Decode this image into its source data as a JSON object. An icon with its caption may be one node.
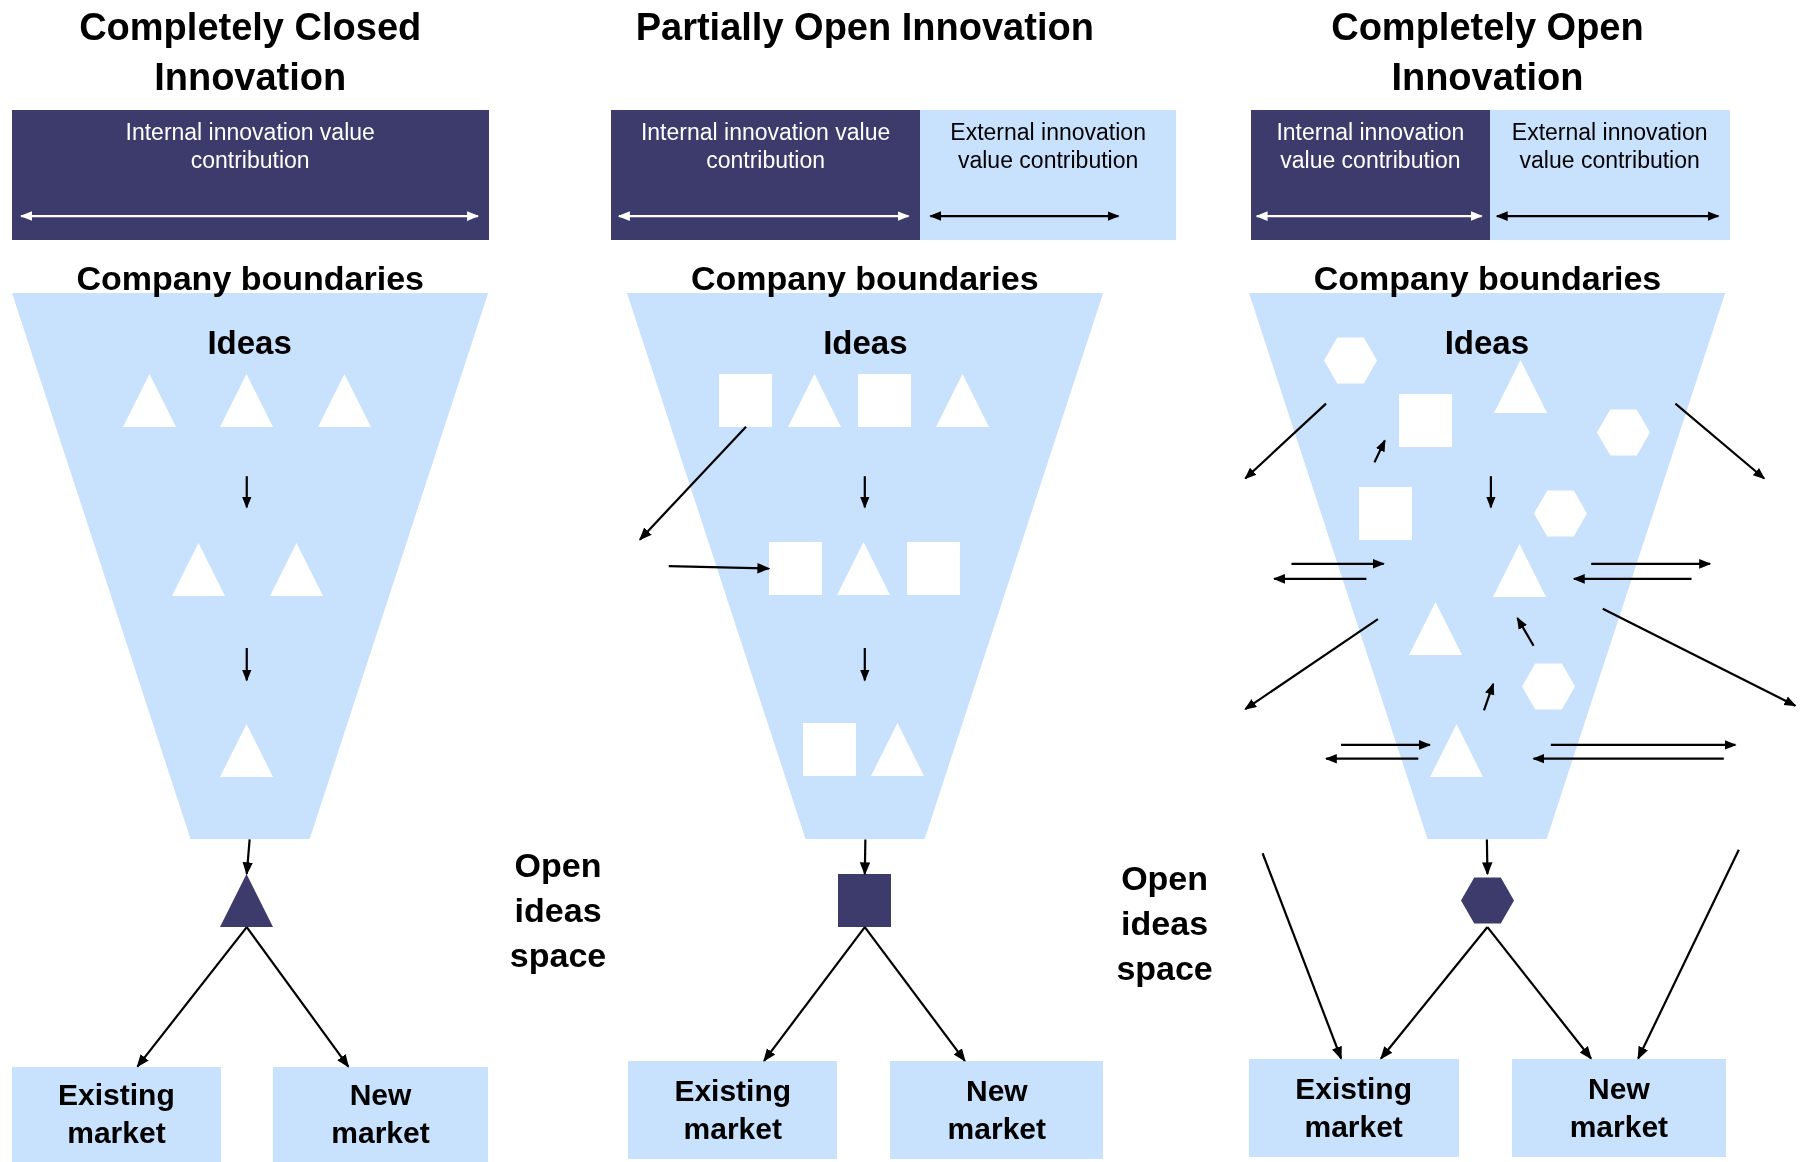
{
  "diagram": {
    "nodes": [
      {
        "text": [
          "Internal innovation value contribution"
        ]
      },
      {
        "text": [
          "Internal innovation value contribution"
        ]
      },
      {
        "text": [
          "External innovation value contribution"
        ]
      },
      {
        "text": [
          "Internal innovation value contribution"
        ]
      },
      {
        "text": [
          "External innovation value contribution"
        ]
      },
      {
        "text": [
          "Ideas"
        ]
      },
      {
        "text": [],
        "shape": "triangle",
        "in": 5
      },
      {
        "text": [],
        "shape": "triangle",
        "in": 5
      },
      {
        "text": [],
        "shape": "triangle",
        "in": 5
      },
      {
        "text": [],
        "shape": "triangle",
        "in": 5
      },
      {
        "text": [],
        "shape": "triangle",
        "in": 5
      },
      {
        "text": [],
        "shape": "triangle",
        "in": 5
      },
      {
        "text": [],
        "shape": "triangle"
      },
      {
        "text": [
          "Existing market"
        ]
      },
      {
        "text": [
          "New market"
        ]
      },
      {
        "text": [
          "Ideas"
        ]
      },
      {
        "text": [],
        "shape": "box",
        "in": 15
      },
      {
        "text": [],
        "shape": "triangle",
        "in": 15
      },
      {
        "text": [],
        "shape": "box",
        "in": 15
      },
      {
        "text": [],
        "shape": "triangle",
        "in": 15
      },
      {
        "text": [],
        "shape": "box",
        "in": 15
      },
      {
        "text": [],
        "shape": "triangle",
        "in": 15
      },
      {
        "text": [],
        "shape": "box",
        "in": 15
      },
      {
        "text": [],
        "shape": "box",
        "in": 15
      },
      {
        "text": [],
        "shape": "triangle",
        "in": 15
      },
      {
        "text": [],
        "shape": "box"
      },
      {
        "text": [
          "Existing market"
        ]
      },
      {
        "text": [
          "New market"
        ]
      },
      {
        "text": [
          "Ideas"
        ]
      },
      {
        "text": [],
        "shape": "hexagon",
        "in": 28
      },
      {
        "text": [],
        "shape": "triangle",
        "in": 28
      },
      {
        "text": [],
        "shape": "box",
        "in": 28
      },
      {
        "text": [],
        "shape": "hexagon",
        "in": 28
      },
      {
        "text": [],
        "shape": "box",
        "in": 28
      },
      {
        "text": [],
        "shape": "hexagon",
        "in": 28
      },
      {
        "text": [],
        "shape": "triangle",
        "in": 28
      },
      {
        "text": [],
        "shape": "triangle",
        "in": 28
      },
      {
        "text": [],
        "shape": "hexagon",
        "in": 28
      },
      {
        "text": [],
        "shape": "triangle",
        "in": 28
      },
      {
        "text": [],
        "shape": "hexagon"
      },
      {
        "text": [
          "Existing market"
        ]
      },
      {
        "text": [
          "New market"
        ]
      }
    ],
    "edges": [
      {
        "from": 5,
        "to": 12,
        "arrow": "to"
      },
      {
        "from": 12,
        "to": 13,
        "arrow": "to"
      },
      {
        "from": 12,
        "to": 14,
        "arrow": "to"
      },
      {
        "from": 16,
        "to": null,
        "arrow": "to"
      },
      {
        "from": null,
        "to": 20,
        "arrow": "to"
      },
      {
        "from": 15,
        "to": 25,
        "arrow": "to"
      },
      {
        "from": 25,
        "to": 26,
        "arrow": "to"
      },
      {
        "from": 25,
        "to": 27,
        "arrow": "to"
      },
      {
        "from": 28,
        "to": 39,
        "arrow": "to"
      },
      {
        "from": 39,
        "to": 40,
        "arrow": "to"
      },
      {
        "from": 39,
        "to": 41,
        "arrow": "to"
      },
      {
        "from": null,
        "to": 40,
        "arrow": "to"
      },
      {
        "from": null,
        "to": 41,
        "arrow": "to"
      }
    ],
    "labels": [
      "Completely Closed Innovation",
      "Partially Open Innovation",
      "Completely Open Innovation",
      "Company boundaries",
      "Company boundaries",
      "Company boundaries",
      "Open ideas space",
      "Open ideas space"
    ]
  }
}
